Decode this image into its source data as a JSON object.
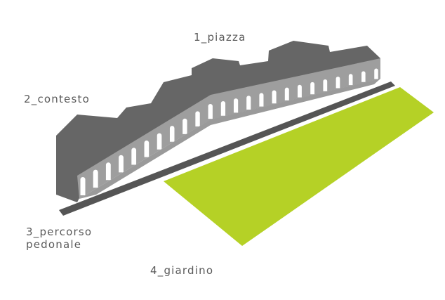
{
  "labels": {
    "piazza": "1_piazza",
    "contesto": "2_contesto",
    "percorso_line1": "3_percorso",
    "percorso_line2": "pedonale",
    "giardino": "4_giardino"
  },
  "colors": {
    "building": "#666666",
    "arcade_face": "#9e9e9e",
    "ramp": "#9a9a9a",
    "path": "#555555",
    "garden": "#b5d126",
    "text": "#5a5a5a"
  },
  "arch_count": 24
}
